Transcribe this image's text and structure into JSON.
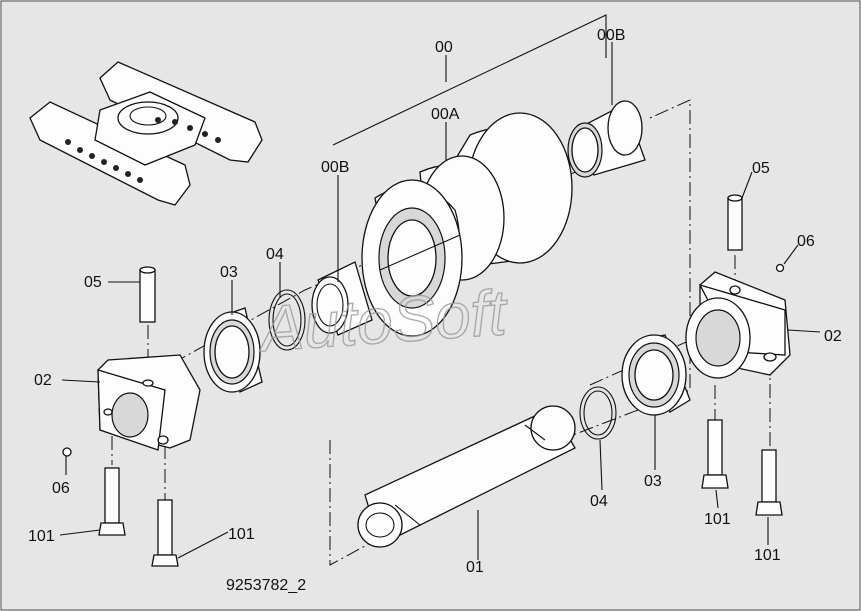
{
  "drawing_number": "9253782_2",
  "watermark": "AutoSoft",
  "callouts": {
    "assembly": "00",
    "roller": "00A",
    "bushing_top": "00B",
    "bushing_left": "00B",
    "shaft": "01",
    "collar_left": "02",
    "collar_right": "02",
    "seal_left": "03",
    "seal_right": "03",
    "oring_left": "04",
    "oring_right": "04",
    "pin_left": "05",
    "pin_right": "05",
    "plug_left": "06",
    "plug_right": "06",
    "bolt_left_a": "101",
    "bolt_left_b": "101",
    "bolt_right_a": "101",
    "bolt_right_b": "101"
  }
}
